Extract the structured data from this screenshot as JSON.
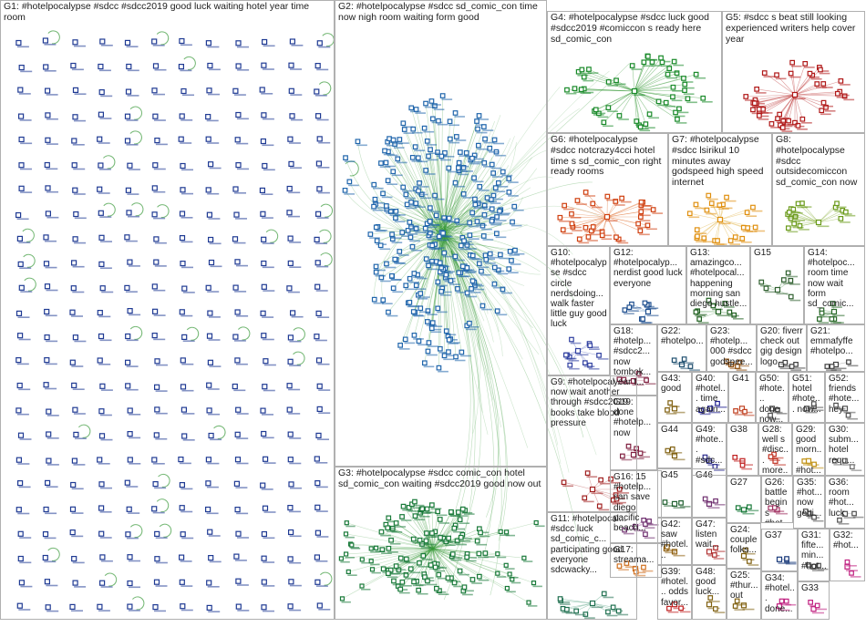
{
  "graph_title": "",
  "groups": [
    {
      "id": "G1",
      "label": "G1: #hotelpocalypse #sdcc #sdcc2019 good luck waiting hotel year time room",
      "node_color": "#1f3a93",
      "edge_color": "#3a9a3a"
    },
    {
      "id": "G2",
      "label": "G2: #hotelpocalypse #sdcc sd_comic_con time now nigh room waiting form good",
      "node_color": "#2166ac",
      "edge_color": "#3a9a3a"
    },
    {
      "id": "G3",
      "label": "G3: #hotelpocalypse #sdcc comic_con hotel sd_comic_con waiting #sdcc2019 good now out",
      "node_color": "#1a7a3a",
      "edge_color": "#3a9a3a"
    },
    {
      "id": "G4",
      "label": "G4: #hotelpocalypse #sdcc luck good #sdcc2019 #comiccon s ready here sd_comic_con",
      "node_color": "#1a8a2a",
      "edge_color": "#3a9a3a"
    },
    {
      "id": "G5",
      "label": "G5: #sdcc s beat still looking experienced writers help cover year",
      "node_color": "#b01818",
      "edge_color": "#c04040"
    },
    {
      "id": "G6",
      "label": "G6: #hotelpocalypse #sdcc notcrazy4cci hotel time s sd_comic_con right ready rooms",
      "node_color": "#d04010",
      "edge_color": "#e07030"
    },
    {
      "id": "G7",
      "label": "G7: #hotelpocalypse #sdcc lsirikul 10 minutes away godspeed high speed internet",
      "node_color": "#e09010",
      "edge_color": "#e0b040"
    },
    {
      "id": "G8",
      "label": "G8: #hotelpocalypse #sdcc outsidecomiccon sd_comic_con now",
      "node_color": "#6a9a1a",
      "edge_color": "#8ab040"
    },
    {
      "id": "G9",
      "label": "G9: #hotelpocal... now wait another through #sdcc2019 books take blood pressure",
      "node_color": "#a02020",
      "edge_color": "#c06060"
    },
    {
      "id": "G10",
      "label": "G10: #hotelpocalypse #sdcc circle nerdsdoing... walk faster little guy good luck",
      "node_color": "#3040a0",
      "edge_color": "#6070c0"
    },
    {
      "id": "G11",
      "label": "G11: #hotelpocal... #sdcc luck sd_comic_c... participating good everyone sdcwacky...",
      "node_color": "#207050",
      "edge_color": "#50a080"
    },
    {
      "id": "G12",
      "label": "G12: #hotelpocalyp... nerdist good luck everyone",
      "node_color": "#205090",
      "edge_color": "#6090c0"
    },
    {
      "id": "G13",
      "label": "G13: amazingco... #hotelpocal... happening morning san diego hustle...",
      "node_color": "#206020",
      "edge_color": "#60a060"
    },
    {
      "id": "G14",
      "label": "G14: #hotelpoc... room time now wait form sd_comic...",
      "node_color": "#2a6a2a",
      "edge_color": "#60a060"
    },
    {
      "id": "G15",
      "label": "G15",
      "node_color": "#306030",
      "edge_color": "#60a060"
    },
    {
      "id": "G16",
      "label": "G16: 15 #hotelp... san save diego pacific beach...",
      "node_color": "#703070",
      "edge_color": "#a060a0"
    },
    {
      "id": "G17",
      "label": "G17: streama...",
      "node_color": "#d07020",
      "edge_color": "#e0a060"
    },
    {
      "id": "G18",
      "label": "G18: #hotelp... #sdcc2... now tombok... year t...",
      "node_color": "#802040",
      "edge_color": "#c06080"
    },
    {
      "id": "G19",
      "label": "G19: done #hotelp... now",
      "node_color": "#802040",
      "edge_color": "#c06080"
    },
    {
      "id": "G20",
      "label": "G20: fiverr check out gig design logo...",
      "node_color": "#404040",
      "edge_color": "#808080"
    },
    {
      "id": "G21",
      "label": "G21: emmafyffe #hotelpo...",
      "node_color": "#404040",
      "edge_color": "#808080"
    },
    {
      "id": "G22",
      "label": "G22: #hotelpo...",
      "node_color": "#205070",
      "edge_color": "#6090b0"
    },
    {
      "id": "G23",
      "label": "G23: #hotelp... 000 #sdcc godspee...",
      "node_color": "#905010",
      "edge_color": "#c08040"
    },
    {
      "id": "G24",
      "label": "G24: couple folks...",
      "node_color": "#806010",
      "edge_color": "#c0a040"
    },
    {
      "id": "G25",
      "label": "G25: #thur... out",
      "node_color": "#806010",
      "edge_color": "#c0a040"
    },
    {
      "id": "G26",
      "label": "G26: battle begins #hot...",
      "node_color": "#a03060",
      "edge_color": "#c07090"
    },
    {
      "id": "G27",
      "label": "G27",
      "node_color": "#1a7a3a",
      "edge_color": "#60a060"
    },
    {
      "id": "G28",
      "label": "G28: well s #disc... more...",
      "node_color": "#c03020",
      "edge_color": "#e07060"
    },
    {
      "id": "G29",
      "label": "G29: good morn... #hot...",
      "node_color": "#c09010",
      "edge_color": "#e0c060"
    },
    {
      "id": "G30",
      "label": "G30: subm... hotel requ...",
      "node_color": "#707070",
      "edge_color": "#a0a0a0"
    },
    {
      "id": "G31",
      "label": "G31: fifte... min... #hot...",
      "node_color": "#505050",
      "edge_color": "#909090"
    },
    {
      "id": "G32",
      "label": "G32: #hot...",
      "node_color": "#c02080",
      "edge_color": "#e070b0"
    },
    {
      "id": "G33",
      "label": "G33",
      "node_color": "#c02080",
      "edge_color": "#e070b0"
    },
    {
      "id": "G34",
      "label": "G34: #hotel... done...",
      "node_color": "#c02080",
      "edge_color": "#e070b0"
    },
    {
      "id": "G35",
      "label": "G35: #hot... now getti...",
      "node_color": "#505050",
      "edge_color": "#909090"
    },
    {
      "id": "G36",
      "label": "G36: room #hot... luck",
      "node_color": "#505050",
      "edge_color": "#909090"
    },
    {
      "id": "G37",
      "label": "G37",
      "node_color": "#1a3a7a",
      "edge_color": "#6080c0"
    },
    {
      "id": "G38",
      "label": "G38",
      "node_color": "#c02020",
      "edge_color": "#e06060"
    },
    {
      "id": "G39",
      "label": "G39: #hotel... odds favor...",
      "node_color": "#c02020",
      "edge_color": "#e06060"
    },
    {
      "id": "G40",
      "label": "G40: #hotel... time again...",
      "node_color": "#202090",
      "edge_color": "#6060c0"
    },
    {
      "id": "G41",
      "label": "G41",
      "node_color": "#c04020",
      "edge_color": "#e08060"
    },
    {
      "id": "G42",
      "label": "G42: saw #hotel...",
      "node_color": "#906010",
      "edge_color": "#c09050"
    },
    {
      "id": "G43",
      "label": "G43: good",
      "node_color": "#806010",
      "edge_color": "#c0a040"
    },
    {
      "id": "G44",
      "label": "G44",
      "node_color": "#806010",
      "edge_color": "#c0a040"
    },
    {
      "id": "G45",
      "label": "G45",
      "node_color": "#206030",
      "edge_color": "#60a070"
    },
    {
      "id": "G46",
      "label": "G46",
      "node_color": "#703070",
      "edge_color": "#a060a0"
    },
    {
      "id": "G47",
      "label": "G47: listen wait...",
      "node_color": "#b03030",
      "edge_color": "#e07070"
    },
    {
      "id": "G48",
      "label": "G48: good luck...",
      "node_color": "#806010",
      "edge_color": "#c0a040"
    },
    {
      "id": "G49",
      "label": "G49: #hote... #sdc...",
      "node_color": "#2a2a8a",
      "edge_color": "#6060c0"
    },
    {
      "id": "G50",
      "label": "G50: #hote... done now...",
      "node_color": "#505050",
      "edge_color": "#909090"
    },
    {
      "id": "G51",
      "label": "G51: hotel #hote... now...",
      "node_color": "#505050",
      "edge_color": "#909090"
    },
    {
      "id": "G52",
      "label": "G52: friends #hote... hey",
      "node_color": "#505050",
      "edge_color": "#909090"
    }
  ]
}
